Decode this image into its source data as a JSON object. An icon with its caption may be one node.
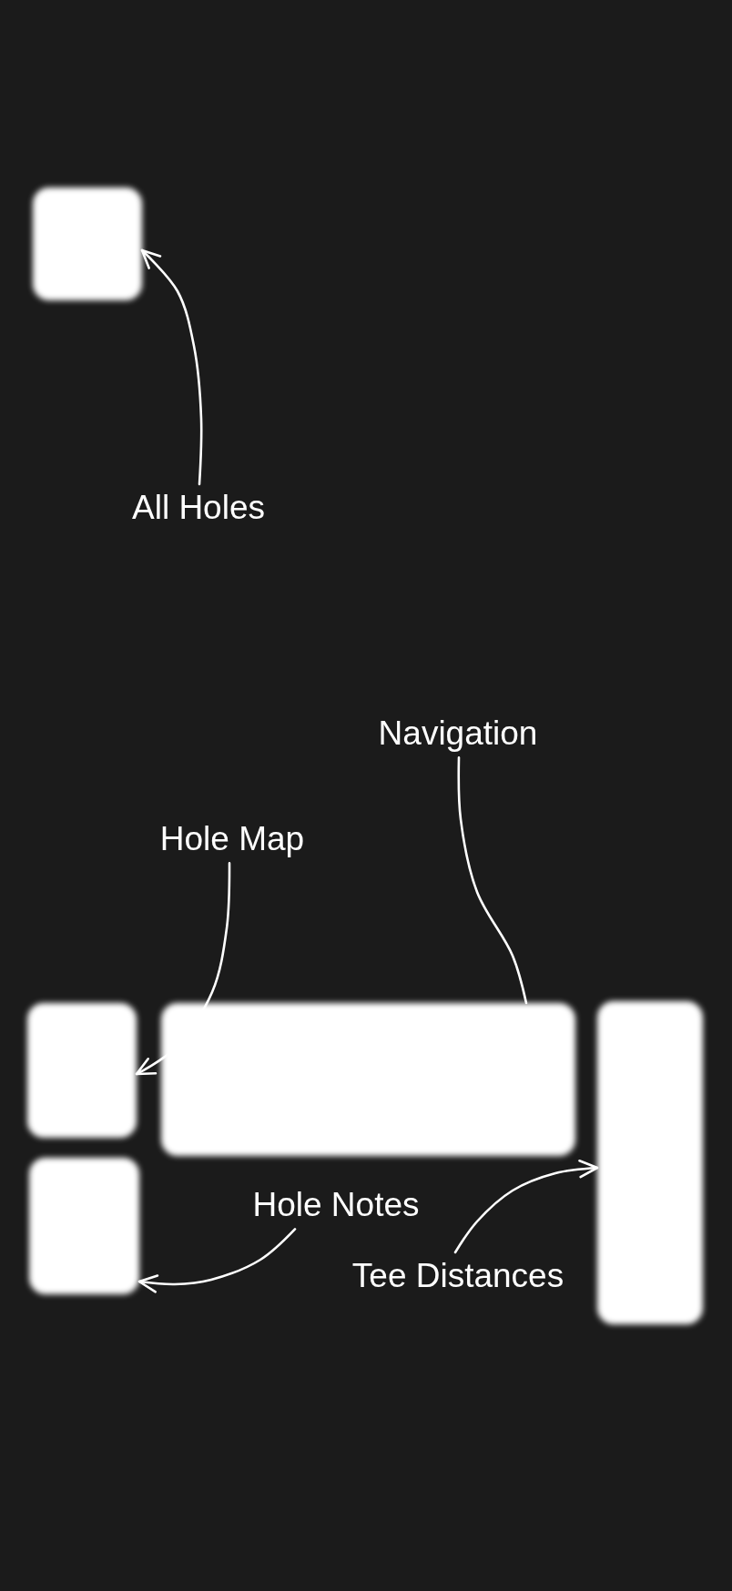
{
  "diagram": {
    "nodes": [
      {
        "text": [],
        "shape": "box"
      },
      {
        "text": [
          "All Holes"
        ]
      },
      {
        "text": [
          "Navigation"
        ]
      },
      {
        "text": [
          "Hole Map"
        ]
      },
      {
        "text": [],
        "shape": "box"
      },
      {
        "text": [],
        "shape": "box"
      },
      {
        "text": [],
        "shape": "box"
      },
      {
        "text": [],
        "shape": "box"
      },
      {
        "text": [
          "Hole Notes"
        ]
      },
      {
        "text": [
          "Tee Distances"
        ]
      }
    ],
    "edges": [
      {
        "from": 1,
        "to": 0,
        "arrow": "to"
      },
      {
        "from": 2,
        "to": 5,
        "arrow": "none"
      },
      {
        "from": 3,
        "to": 4,
        "arrow": "to"
      },
      {
        "from": 8,
        "to": 7,
        "arrow": "to"
      },
      {
        "from": 9,
        "to": 6,
        "arrow": "to"
      }
    ]
  }
}
